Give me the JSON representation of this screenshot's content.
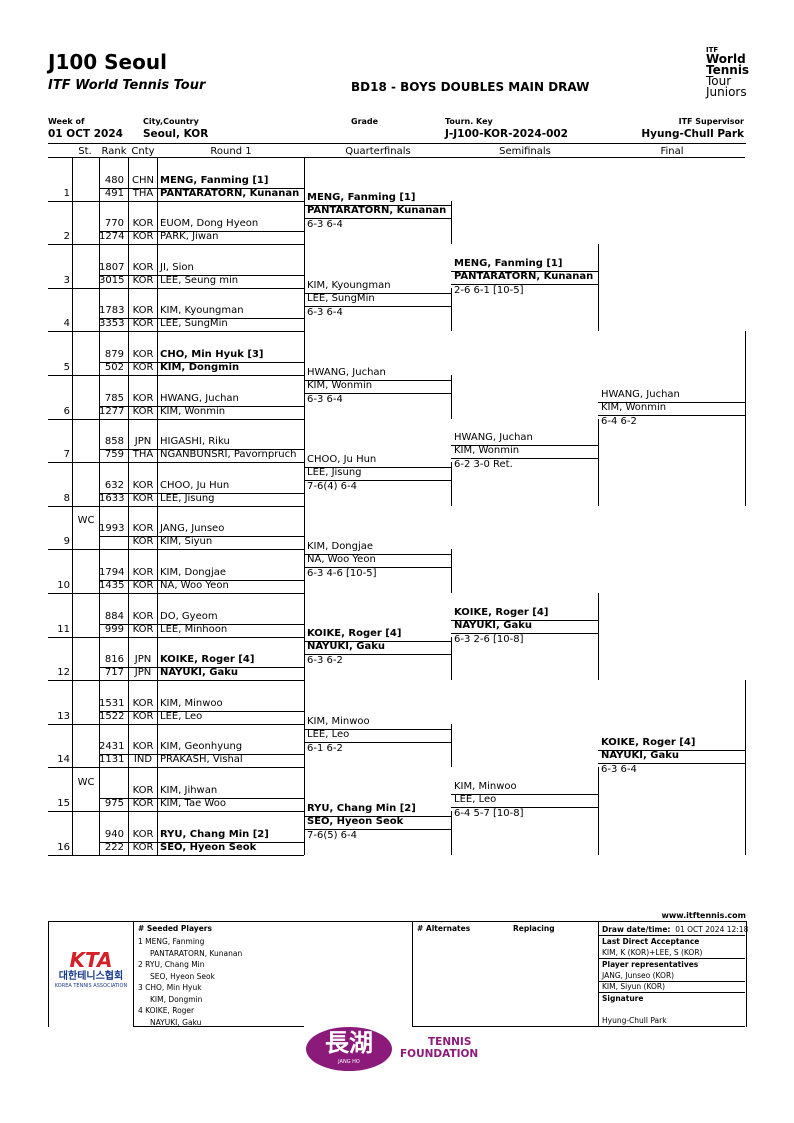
{
  "header": {
    "title": "J100 Seoul",
    "subtitle": "ITF World Tennis Tour",
    "event": "BD18 - BOYS DOUBLES MAIN DRAW",
    "logo": {
      "line0": "ITF",
      "line1": "World",
      "line2": "Tennis",
      "line3": "Tour",
      "line4": "Juniors"
    },
    "week_label": "Week of",
    "week_value": "01 OCT 2024",
    "city_label": "City,Country",
    "city_value": "Seoul, KOR",
    "grade_label": "Grade",
    "grade_value": "",
    "key_label": "Tourn. Key",
    "key_value": "J-J100-KOR-2024-002",
    "supervisor_label": "ITF Supervisor",
    "supervisor_value": "Hyung-Chull Park"
  },
  "columns": {
    "st": "St.",
    "rank": "Rank",
    "cnty": "Cnty",
    "r1": "Round 1",
    "qf": "Quarterfinals",
    "sf": "Semifinals",
    "final": "Final"
  },
  "draw": [
    {
      "pos": "1",
      "st": "",
      "p1": {
        "rank": "480",
        "cnty": "CHN",
        "name": "MENG, Fanming [1]"
      },
      "p2": {
        "rank": "491",
        "cnty": "THA",
        "name": "PANTARATORN, Kunanan"
      },
      "bold": true
    },
    {
      "pos": "2",
      "st": "",
      "p1": {
        "rank": "770",
        "cnty": "KOR",
        "name": "EUOM, Dong Hyeon"
      },
      "p2": {
        "rank": "1274",
        "cnty": "KOR",
        "name": "PARK, Jiwan"
      },
      "bold": false
    },
    {
      "pos": "3",
      "st": "",
      "p1": {
        "rank": "1807",
        "cnty": "KOR",
        "name": "JI, Sion"
      },
      "p2": {
        "rank": "3015",
        "cnty": "KOR",
        "name": "LEE, Seung min"
      },
      "bold": false
    },
    {
      "pos": "4",
      "st": "",
      "p1": {
        "rank": "1783",
        "cnty": "KOR",
        "name": "KIM, Kyoungman"
      },
      "p2": {
        "rank": "3353",
        "cnty": "KOR",
        "name": "LEE, SungMin"
      },
      "bold": false
    },
    {
      "pos": "5",
      "st": "",
      "p1": {
        "rank": "879",
        "cnty": "KOR",
        "name": "CHO, Min Hyuk [3]"
      },
      "p2": {
        "rank": "502",
        "cnty": "KOR",
        "name": "KIM, Dongmin"
      },
      "bold": true
    },
    {
      "pos": "6",
      "st": "",
      "p1": {
        "rank": "785",
        "cnty": "KOR",
        "name": "HWANG, Juchan"
      },
      "p2": {
        "rank": "1277",
        "cnty": "KOR",
        "name": "KIM, Wonmin"
      },
      "bold": false
    },
    {
      "pos": "7",
      "st": "",
      "p1": {
        "rank": "858",
        "cnty": "JPN",
        "name": "HIGASHI, Riku"
      },
      "p2": {
        "rank": "759",
        "cnty": "THA",
        "name": "NGANBUNSRI, Pavornpruch"
      },
      "bold": false
    },
    {
      "pos": "8",
      "st": "",
      "p1": {
        "rank": "632",
        "cnty": "KOR",
        "name": "CHOO, Ju Hun"
      },
      "p2": {
        "rank": "1633",
        "cnty": "KOR",
        "name": "LEE, Jisung"
      },
      "bold": false
    },
    {
      "pos": "9",
      "st": "WC",
      "p1": {
        "rank": "1993",
        "cnty": "KOR",
        "name": "JANG, Junseo"
      },
      "p2": {
        "rank": "",
        "cnty": "KOR",
        "name": "KIM, Siyun"
      },
      "bold": false
    },
    {
      "pos": "10",
      "st": "",
      "p1": {
        "rank": "1794",
        "cnty": "KOR",
        "name": "KIM, Dongjae"
      },
      "p2": {
        "rank": "1435",
        "cnty": "KOR",
        "name": "NA, Woo Yeon"
      },
      "bold": false
    },
    {
      "pos": "11",
      "st": "",
      "p1": {
        "rank": "884",
        "cnty": "KOR",
        "name": "DO, Gyeom"
      },
      "p2": {
        "rank": "999",
        "cnty": "KOR",
        "name": "LEE, Minhoon"
      },
      "bold": false
    },
    {
      "pos": "12",
      "st": "",
      "p1": {
        "rank": "816",
        "cnty": "JPN",
        "name": "KOIKE, Roger [4]"
      },
      "p2": {
        "rank": "717",
        "cnty": "JPN",
        "name": "NAYUKI, Gaku"
      },
      "bold": true
    },
    {
      "pos": "13",
      "st": "",
      "p1": {
        "rank": "1531",
        "cnty": "KOR",
        "name": "KIM, Minwoo"
      },
      "p2": {
        "rank": "1522",
        "cnty": "KOR",
        "name": "LEE, Leo"
      },
      "bold": false
    },
    {
      "pos": "14",
      "st": "",
      "p1": {
        "rank": "2431",
        "cnty": "KOR",
        "name": "KIM, Geonhyung"
      },
      "p2": {
        "rank": "1131",
        "cnty": "IND",
        "name": "PRAKASH, Vishal"
      },
      "bold": false
    },
    {
      "pos": "15",
      "st": "WC",
      "p1": {
        "rank": "",
        "cnty": "KOR",
        "name": "KIM, Jihwan"
      },
      "p2": {
        "rank": "975",
        "cnty": "KOR",
        "name": "KIM, Tae Woo"
      },
      "bold": false
    },
    {
      "pos": "16",
      "st": "",
      "p1": {
        "rank": "940",
        "cnty": "KOR",
        "name": "RYU, Chang Min [2]"
      },
      "p2": {
        "rank": "222",
        "cnty": "KOR",
        "name": "SEO, Hyeon Seok"
      },
      "bold": true
    }
  ],
  "qf": [
    {
      "n1": "MENG, Fanming [1]",
      "n2": "PANTARATORN, Kunanan",
      "score": "6-3 6-4",
      "bold": true
    },
    {
      "n1": "KIM, Kyoungman",
      "n2": "LEE, SungMin",
      "score": "6-3 6-4",
      "bold": false
    },
    {
      "n1": "HWANG, Juchan",
      "n2": "KIM, Wonmin",
      "score": "6-3 6-4",
      "bold": false
    },
    {
      "n1": "CHOO, Ju Hun",
      "n2": "LEE, Jisung",
      "score": "7-6(4) 6-4",
      "bold": false
    },
    {
      "n1": "KIM, Dongjae",
      "n2": "NA, Woo Yeon",
      "score": "6-3 4-6 [10-5]",
      "bold": false
    },
    {
      "n1": "KOIKE, Roger [4]",
      "n2": "NAYUKI, Gaku",
      "score": "6-3 6-2",
      "bold": true
    },
    {
      "n1": "KIM, Minwoo",
      "n2": "LEE, Leo",
      "score": "6-1 6-2",
      "bold": false
    },
    {
      "n1": "RYU, Chang Min [2]",
      "n2": "SEO, Hyeon Seok",
      "score": "7-6(5) 6-4",
      "bold": true
    }
  ],
  "sf": [
    {
      "n1": "MENG, Fanming [1]",
      "n2": "PANTARATORN, Kunanan",
      "score": "2-6 6-1 [10-5]",
      "bold": true
    },
    {
      "n1": "HWANG, Juchan",
      "n2": "KIM, Wonmin",
      "score": "6-2 3-0 Ret.",
      "bold": false
    },
    {
      "n1": "KOIKE, Roger [4]",
      "n2": "NAYUKI, Gaku",
      "score": "6-3 2-6 [10-8]",
      "bold": true
    },
    {
      "n1": "KIM, Minwoo",
      "n2": "LEE, Leo",
      "score": "6-4 5-7 [10-8]",
      "bold": false
    }
  ],
  "final": [
    {
      "n1": "HWANG, Juchan",
      "n2": "KIM, Wonmin",
      "score": "6-4 6-2",
      "bold": false
    },
    {
      "n1": "KOIKE, Roger [4]",
      "n2": "NAYUKI, Gaku",
      "score": "6-3 6-4",
      "bold": true
    }
  ],
  "footer": {
    "url": "www.itftennis.com",
    "seeded_label": "# Seeded Players",
    "seeded": [
      "1  MENG, Fanming",
      "PANTARATORN, Kunanan",
      "2  RYU, Chang Min",
      "SEO, Hyeon Seok",
      "3  CHO, Min Hyuk",
      "KIM, Dongmin",
      "4  KOIKE, Roger",
      "NAYUKI, Gaku"
    ],
    "alternates_label": "# Alternates",
    "replacing_label": "Replacing",
    "draw_dt_label": "Draw date/time:",
    "draw_dt_value": "01 OCT 2024 12:18",
    "lda_label": "Last Direct Acceptance",
    "lda_value": "KIM, K (KOR)+LEE, S (KOR)",
    "reps_label": "Player representatives",
    "reps": [
      "JANG, Junseo (KOR)",
      "KIM, Siyun (KOR)"
    ],
    "signature_label": "Signature",
    "signature_value": "Hyung-Chull Park",
    "kta_logo": "KTA",
    "kta_korean": "대한테니스협회",
    "kta_english": "KOREA TENNIS ASSOCIATION",
    "sponsor_chinese": "長湖",
    "sponsor_sub": "JANG HO",
    "sponsor_tf1": "TENNIS",
    "sponsor_tf2": "FOUNDATION"
  },
  "colors": {
    "line": "#000000",
    "sponsor_purple": "#8b1a7a",
    "kta_red": "#d42027",
    "kta_blue": "#1a3a8c"
  }
}
